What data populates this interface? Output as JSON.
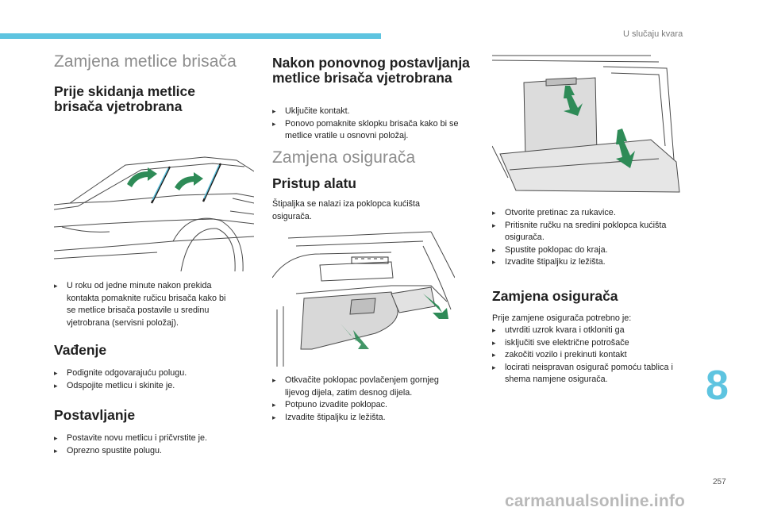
{
  "header": {
    "section_label": "U slučaju kvara"
  },
  "col1": {
    "title": "Zamjena metlice brisača",
    "before_removal": {
      "heading": "Prije skidanja metlice brisača vjetrobrana",
      "bullets": [
        "U roku od jedne minute nakon prekida kontakta pomaknite ručicu brisača kako bi se metlice brisača postavile u sredinu vjetrobrana (servisni položaj)."
      ]
    },
    "removal": {
      "heading": "Vađenje",
      "bullets": [
        "Podignite odgovarajuću polugu.",
        "Odspojite metlicu i skinite je."
      ]
    },
    "fitting": {
      "heading": "Postavljanje",
      "bullets": [
        "Postavite novu metlicu i pričvrstite je.",
        "Oprezno spustite polugu."
      ]
    }
  },
  "col2": {
    "after_refit": {
      "heading": "Nakon ponovnog postavljanja metlice brisača vjetrobrana",
      "bullets": [
        "Uključite kontakt.",
        "Ponovo pomaknite sklopku brisača kako bi se metlice vratile u osnovni položaj."
      ]
    },
    "fuse_title": "Zamjena osigurača",
    "tool_access": {
      "heading": "Pristup alatu",
      "text": "Štipaljka se nalazi iza poklopca kućišta osigurača.",
      "bullets": [
        "Otkvačite poklopac povlačenjem gornjeg lijevog dijela, zatim desnog dijela.",
        "Potpuno izvadite poklopac.",
        "Izvadite štipaljku iz ležišta."
      ]
    }
  },
  "col3": {
    "glovebox_bullets": [
      "Otvorite pretinac za rukavice.",
      "Pritisnite ručku na sredini poklopca kućišta osigurača.",
      "Spustite poklopac do kraja.",
      "Izvadite štipaljku iz ležišta."
    ],
    "fuse_change": {
      "heading": "Zamjena osigurača",
      "text": "Prije zamjene osigurača potrebno je:",
      "bullets": [
        "utvrditi uzrok kvara i otkloniti ga",
        "isključiti sve električne potrošače",
        "zakočiti vozilo i prekinuti kontakt",
        "locirati neispravan osigurač pomoću tablica i shema namjene osigurača."
      ]
    }
  },
  "footer": {
    "chapter": "8",
    "page_number": "257",
    "watermark": "carmanualsonline.info"
  },
  "colors": {
    "accent": "#5ec4e0",
    "arrow_green": "#2e8b57",
    "heading_light": "#8d8d8d"
  }
}
